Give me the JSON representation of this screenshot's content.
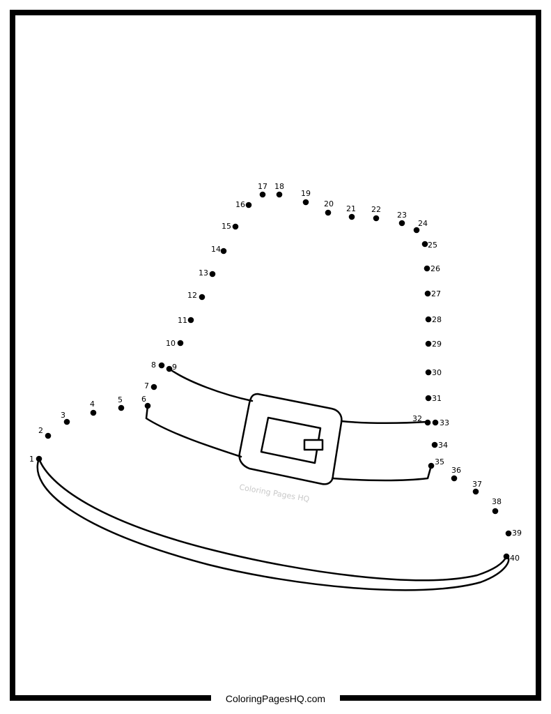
{
  "watermark": "Coloring Pages HQ",
  "footer": {
    "site": "ColoringPagesHQ.com"
  },
  "puzzle": {
    "subject": "pilgrim hat",
    "dot_count": 40,
    "colors": {
      "ink": "#000000",
      "watermark": "#c9c9c9",
      "background": "#ffffff"
    }
  }
}
